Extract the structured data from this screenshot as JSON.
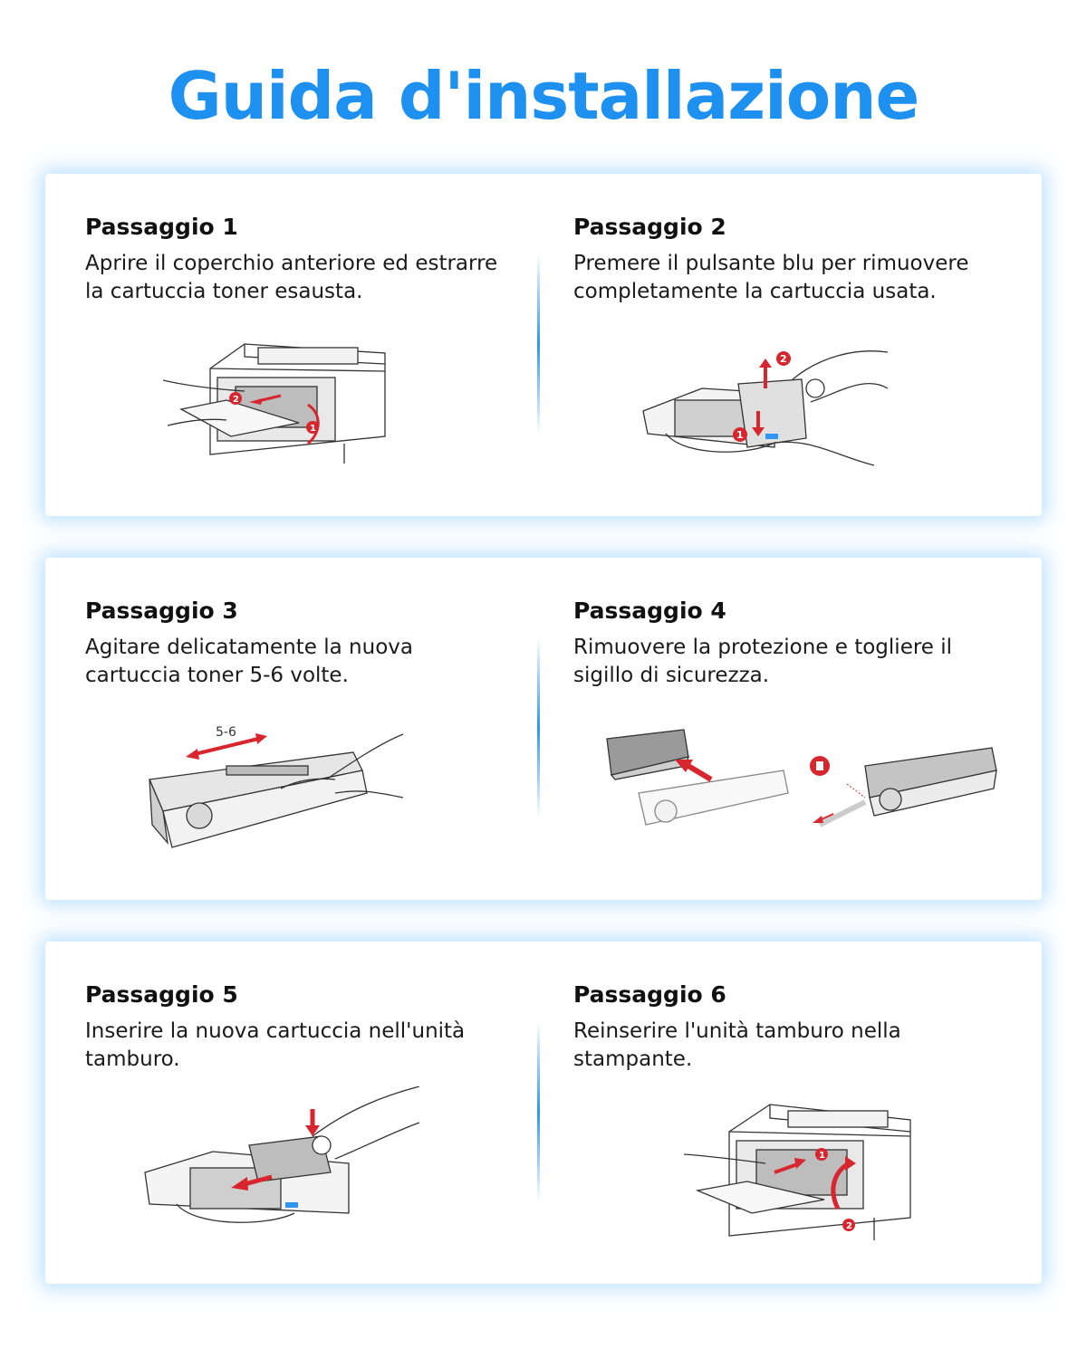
{
  "title": "Guida d'installazione",
  "steps": [
    {
      "label": "Passaggio 1",
      "text": "Aprire il coperchio anteriore ed estrarre la cartuccia toner esausta."
    },
    {
      "label": "Passaggio 2",
      "text": "Premere il pulsante blu per rimuovere completamente la cartuccia usata."
    },
    {
      "label": "Passaggio 3",
      "text": "Agitare delicatamente la nuova cartuccia toner 5-6 volte."
    },
    {
      "label": "Passaggio 4",
      "text": "Rimuovere la protezione e togliere il sigillo di sicurezza."
    },
    {
      "label": "Passaggio 5",
      "text": "Inserire la nuova cartuccia nell'unità tamburo."
    },
    {
      "label": "Passaggio 6",
      "text": "Reinserire l'unità tamburo nella stampante."
    }
  ],
  "illustration_labels": {
    "shake_count": "5-6",
    "badge_1": "1",
    "badge_2": "2"
  },
  "colors": {
    "title": "#1e90f0",
    "accent_red": "#d7262e",
    "accent_blue": "#2e96f2",
    "card_glow": "#6ebeff"
  }
}
